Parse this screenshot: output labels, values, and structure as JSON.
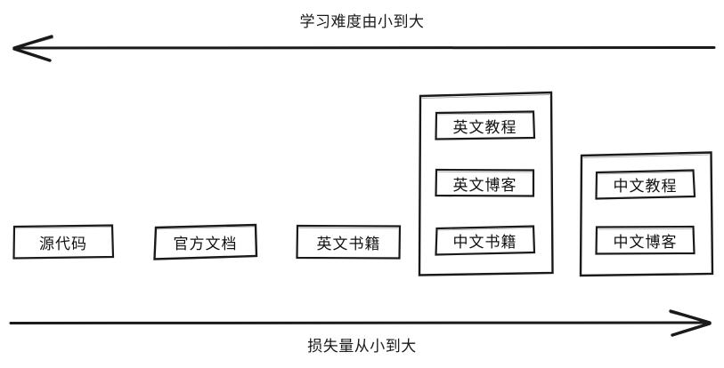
{
  "diagram": {
    "top_axis": {
      "label": "学习难度由小到大",
      "direction": "left",
      "arrow_icon": "arrow-left-icon"
    },
    "bottom_axis": {
      "label": "损失量从小到大",
      "direction": "right",
      "arrow_icon": "arrow-right-icon"
    },
    "nodes": [
      {
        "id": "source-code",
        "label": "源代码"
      },
      {
        "id": "official-docs",
        "label": "官方文档"
      },
      {
        "id": "english-books",
        "label": "英文书籍"
      }
    ],
    "groups": [
      {
        "id": "group-english-mixed",
        "items": [
          {
            "id": "english-tutorials",
            "label": "英文教程"
          },
          {
            "id": "english-blogs",
            "label": "英文博客"
          },
          {
            "id": "chinese-books",
            "label": "中文书籍"
          }
        ]
      },
      {
        "id": "group-chinese",
        "items": [
          {
            "id": "chinese-tutorials",
            "label": "中文教程"
          },
          {
            "id": "chinese-blogs",
            "label": "中文博客"
          }
        ]
      }
    ],
    "colors": {
      "stroke": "#1a1a1a",
      "background": "#ffffff",
      "text": "#111111"
    }
  }
}
